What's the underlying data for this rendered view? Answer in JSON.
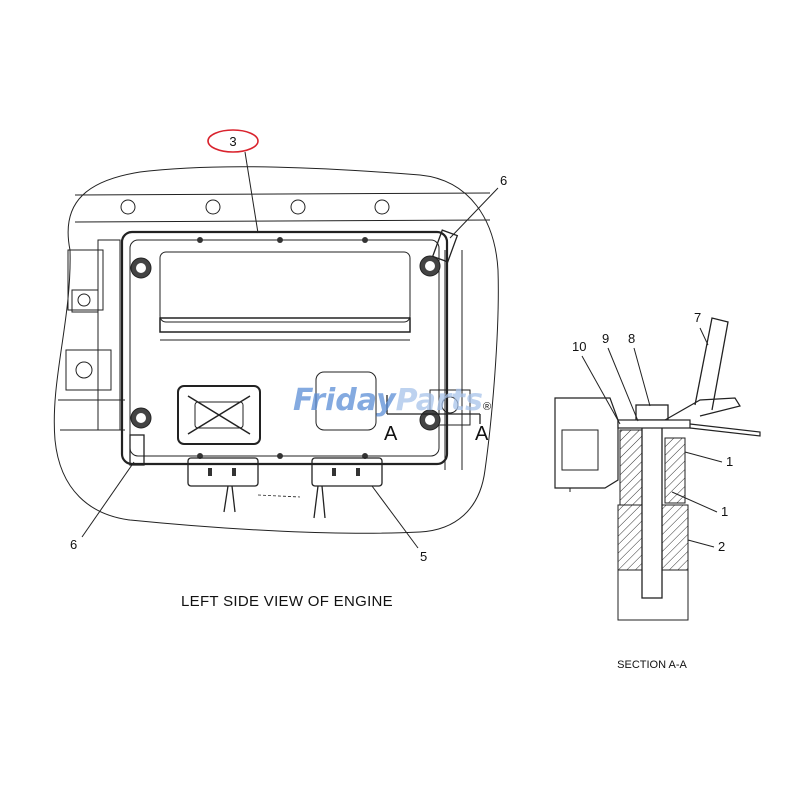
{
  "watermark": {
    "left": "Friday",
    "right": "Parts",
    "mark": "®",
    "color_left": "#5b8ed6",
    "color_right": "#a8c3ea"
  },
  "highlight_color": "#d9232d",
  "callouts": {
    "c1a": "1",
    "c1b": "1",
    "c2": "2",
    "c3": "3",
    "c5": "5",
    "c6a": "6",
    "c6b": "6",
    "c7": "7",
    "c8": "8",
    "c9": "9",
    "c10": "10"
  },
  "section_marks": {
    "left": "A",
    "right": "A"
  },
  "captions": {
    "main_view": "LEFT SIDE VIEW OF ENGINE",
    "section_view": "SECTION A-A"
  }
}
